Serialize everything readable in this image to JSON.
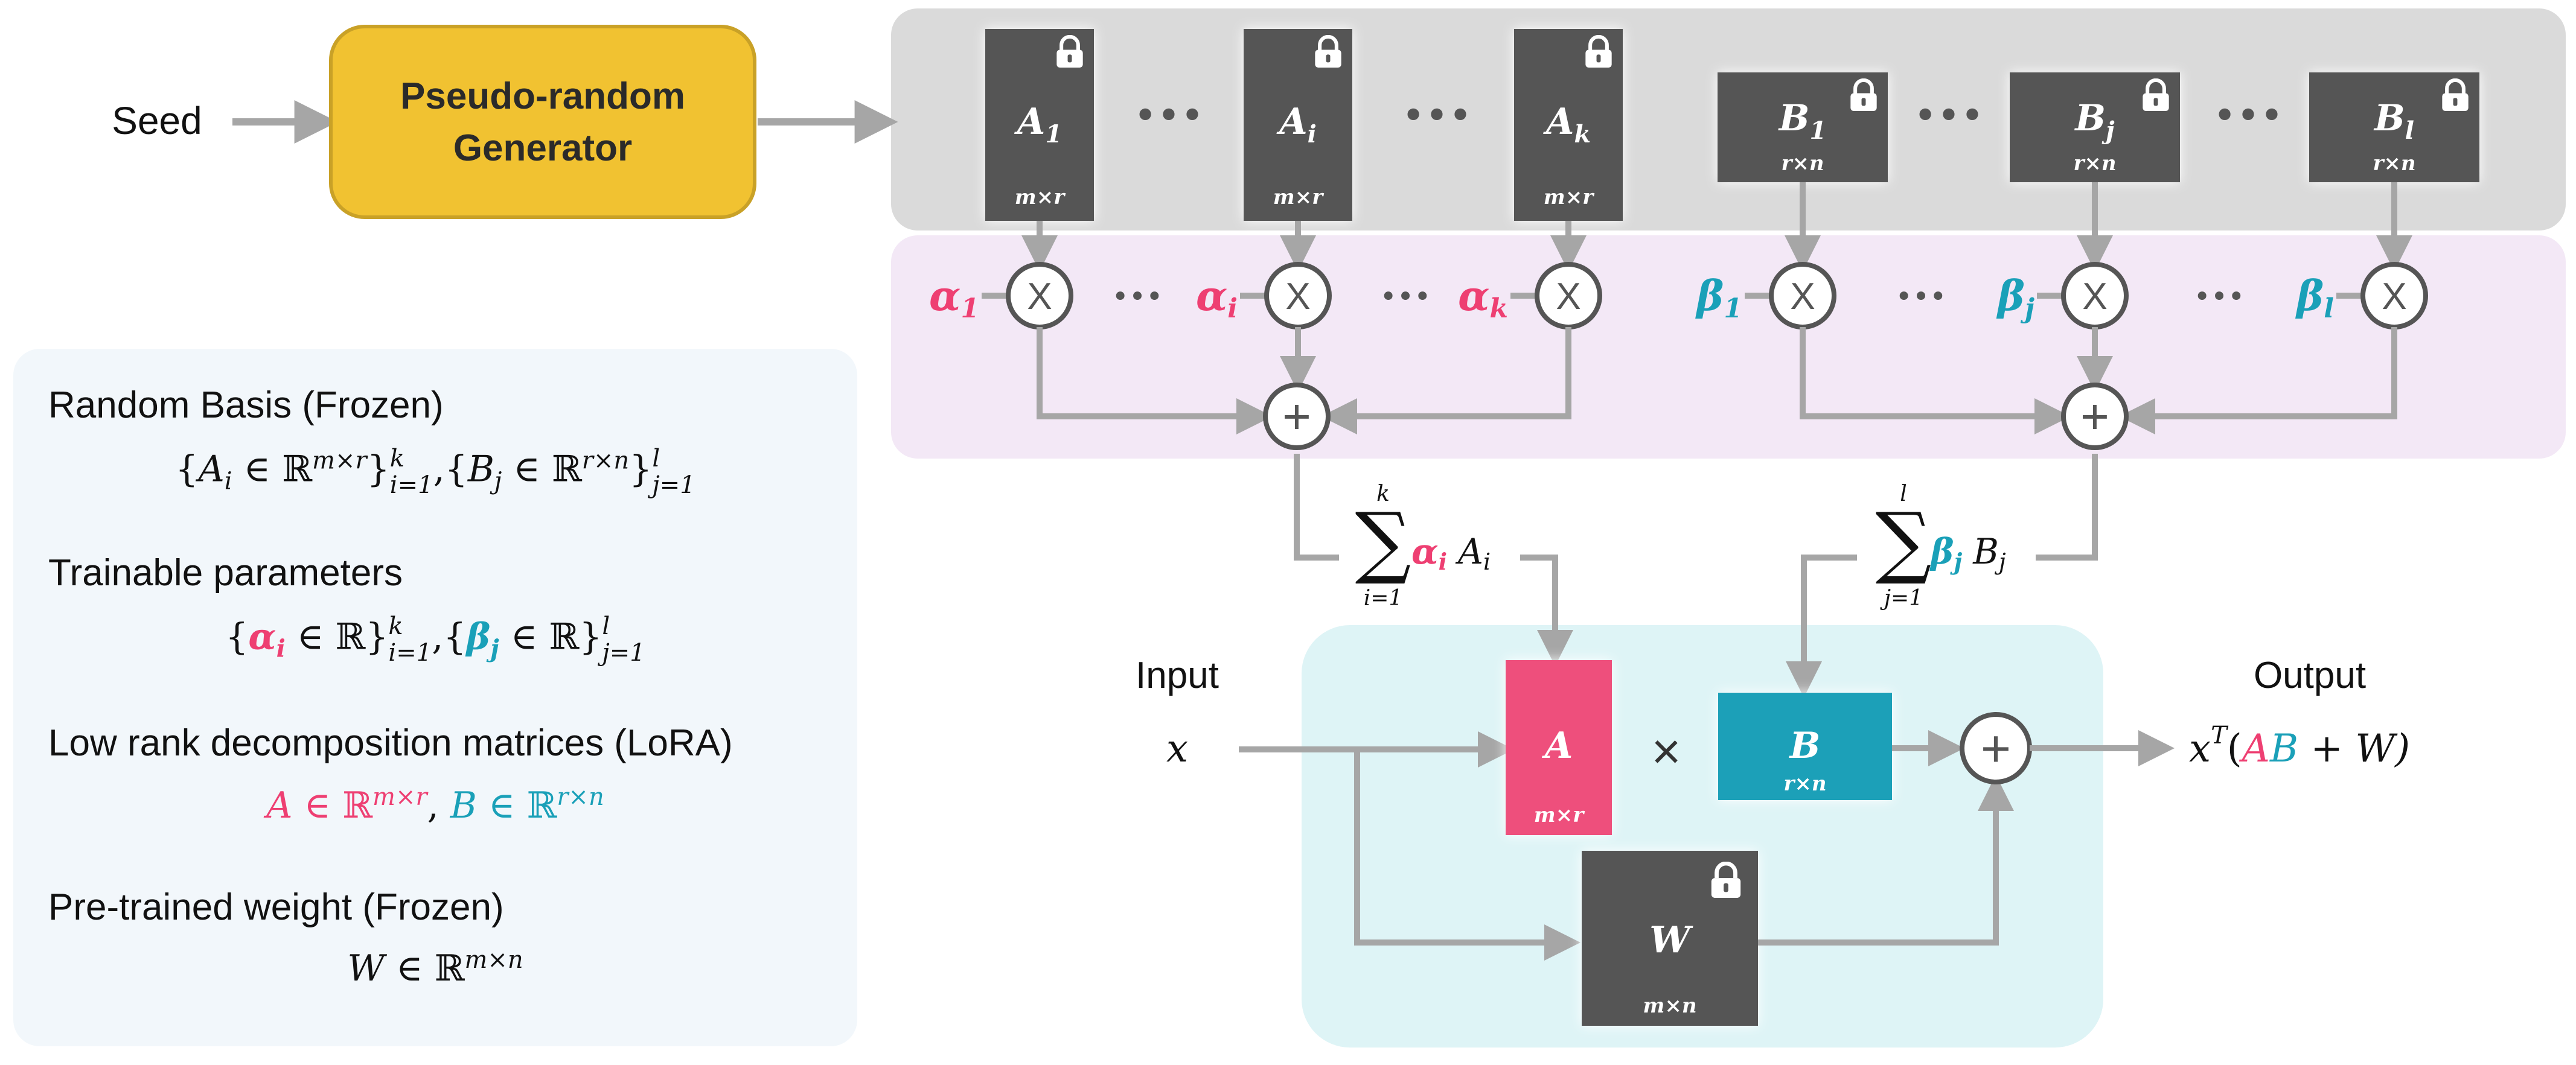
{
  "colors": {
    "generator_fill": "#f1c231",
    "frozen_block": "#555555",
    "alpha_pink": "#ee3f72",
    "beta_teal": "#1aa0b8",
    "top_panel": "#dadada",
    "mid_panel": "#f3e8f6",
    "io_panel": "#def4f6",
    "legend_panel": "#f2f7fb",
    "arrow_gray": "#a6a6a6"
  },
  "seed_label": "Seed",
  "generator_label_line1": "Pseudo-random",
  "generator_label_line2": "Generator",
  "ellipsis": "•••",
  "small_ellipsis": "•••",
  "multiply_symbol": "X",
  "plus_symbol": "+",
  "times_symbol": "×",
  "lock_icon": "padlock",
  "basis_a": [
    {
      "name": "A",
      "sub": "1",
      "dims": "m×r"
    },
    {
      "name": "A",
      "sub": "i",
      "dims": "m×r"
    },
    {
      "name": "A",
      "sub": "k",
      "dims": "m×r"
    }
  ],
  "basis_b": [
    {
      "name": "B",
      "sub": "1",
      "dims": "r×n"
    },
    {
      "name": "B",
      "sub": "j",
      "dims": "r×n"
    },
    {
      "name": "B",
      "sub": "l",
      "dims": "r×n"
    }
  ],
  "alphas": [
    {
      "sym": "α",
      "sub": "1"
    },
    {
      "sym": "α",
      "sub": "i"
    },
    {
      "sym": "α",
      "sub": "k"
    }
  ],
  "betas": [
    {
      "sym": "β",
      "sub": "1"
    },
    {
      "sym": "β",
      "sub": "j"
    },
    {
      "sym": "β",
      "sub": "l"
    }
  ],
  "sum_a": {
    "top": "k",
    "bottom": "i=1",
    "coef": "α",
    "coef_sub": "i",
    "mat": "A",
    "mat_sub": "i"
  },
  "sum_b": {
    "top": "l",
    "bottom": "j=1",
    "coef": "β",
    "coef_sub": "j",
    "mat": "B",
    "mat_sub": "j"
  },
  "input_label": "Input",
  "input_var": "x",
  "output_label": "Output",
  "output_expr": {
    "base": "x",
    "sup": "T",
    "open": "(",
    "a": "A",
    "b": "B",
    "rest": " + W)"
  },
  "matrix_a": {
    "name": "A",
    "dims": "m×r"
  },
  "matrix_b": {
    "name": "B",
    "dims": "r×n"
  },
  "matrix_w": {
    "name": "W",
    "dims": "m×n"
  },
  "legend": {
    "random_basis_title": "Random Basis (Frozen)",
    "random_basis_math": {
      "open": "{",
      "a": "A",
      "a_sub": "i",
      "in": " ∈ ",
      "R": "ℝ",
      "a_dims": "m×r",
      "close": "}",
      "a_upper": "k",
      "a_lower": "i=1",
      "comma": ",",
      "b": "B",
      "b_sub": "j",
      "b_dims": "r×n",
      "b_upper": "l",
      "b_lower": "j=1"
    },
    "trainable_title": "Trainable parameters",
    "trainable_math": {
      "alpha": "α",
      "alpha_sub": "i",
      "beta": "β",
      "beta_sub": "j",
      "in": " ∈ ",
      "R": "ℝ",
      "a_upper": "k",
      "a_lower": "i=1",
      "b_upper": "l",
      "b_lower": "j=1"
    },
    "lora_title": "Low rank decomposition matrices (LoRA)",
    "lora_math": {
      "a": "A",
      "a_dims": "m×r",
      "b": "B",
      "b_dims": "r×n",
      "in": " ∈ ",
      "R": "ℝ",
      "comma": ", "
    },
    "pretrained_title": "Pre-trained weight (Frozen)",
    "pretrained_math": {
      "w": "W",
      "in": " ∈ ",
      "R": "ℝ",
      "dims": "m×n"
    }
  }
}
